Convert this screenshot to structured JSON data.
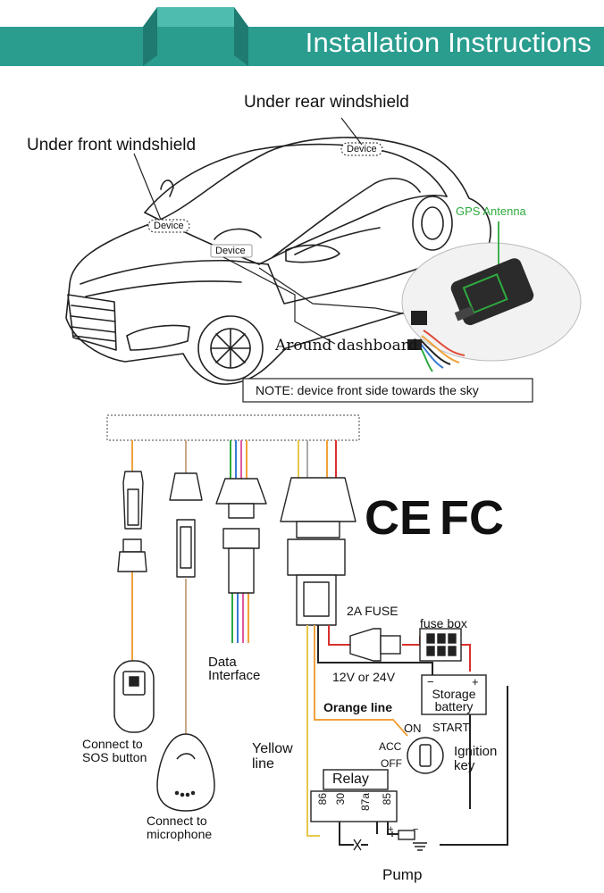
{
  "header": {
    "title": "Installation Instructions"
  },
  "car_section": {
    "under_rear_windshield": "Under rear windshield",
    "under_front_windshield": "Under front windshield",
    "device_tag": "Device",
    "around_dashboard": "Around dashboard",
    "gps_antenna": "GPS Antenna",
    "note": "NOTE: device front side towards the sky"
  },
  "wiring_section": {
    "certifications": [
      "CE",
      "FC"
    ],
    "data_interface": [
      "Data",
      "Interface"
    ],
    "fuse": "2A FUSE",
    "fuse_box": "fuse box",
    "voltage": "12V or 24V",
    "battery_minus": "−",
    "battery_plus": "+",
    "storage_battery": [
      "Storage",
      "battery"
    ],
    "orange_line": "Orange line",
    "ignition": {
      "on": "ON",
      "start": "START",
      "acc": "ACC",
      "off": "OFF",
      "label": [
        "Ignition",
        "key"
      ]
    },
    "yellow_line": [
      "Yellow",
      "line"
    ],
    "relay": {
      "title": "Relay",
      "pins": [
        "86",
        "30",
        "87a",
        "85"
      ]
    },
    "sos": [
      "Connect to",
      "SOS button"
    ],
    "microphone": [
      "Connect to",
      "microphone"
    ],
    "pump": "Pump",
    "pump_plus": "+",
    "pump_minus": "−"
  },
  "colors": {
    "banner_teal": "#2a9d8f",
    "banner_dark": "#1f7a71",
    "gps_green": "#2eaa3f",
    "orange_wire": "#f0a23a",
    "yellow_wire": "#e8c84a",
    "red_wire": "#d9302c"
  }
}
